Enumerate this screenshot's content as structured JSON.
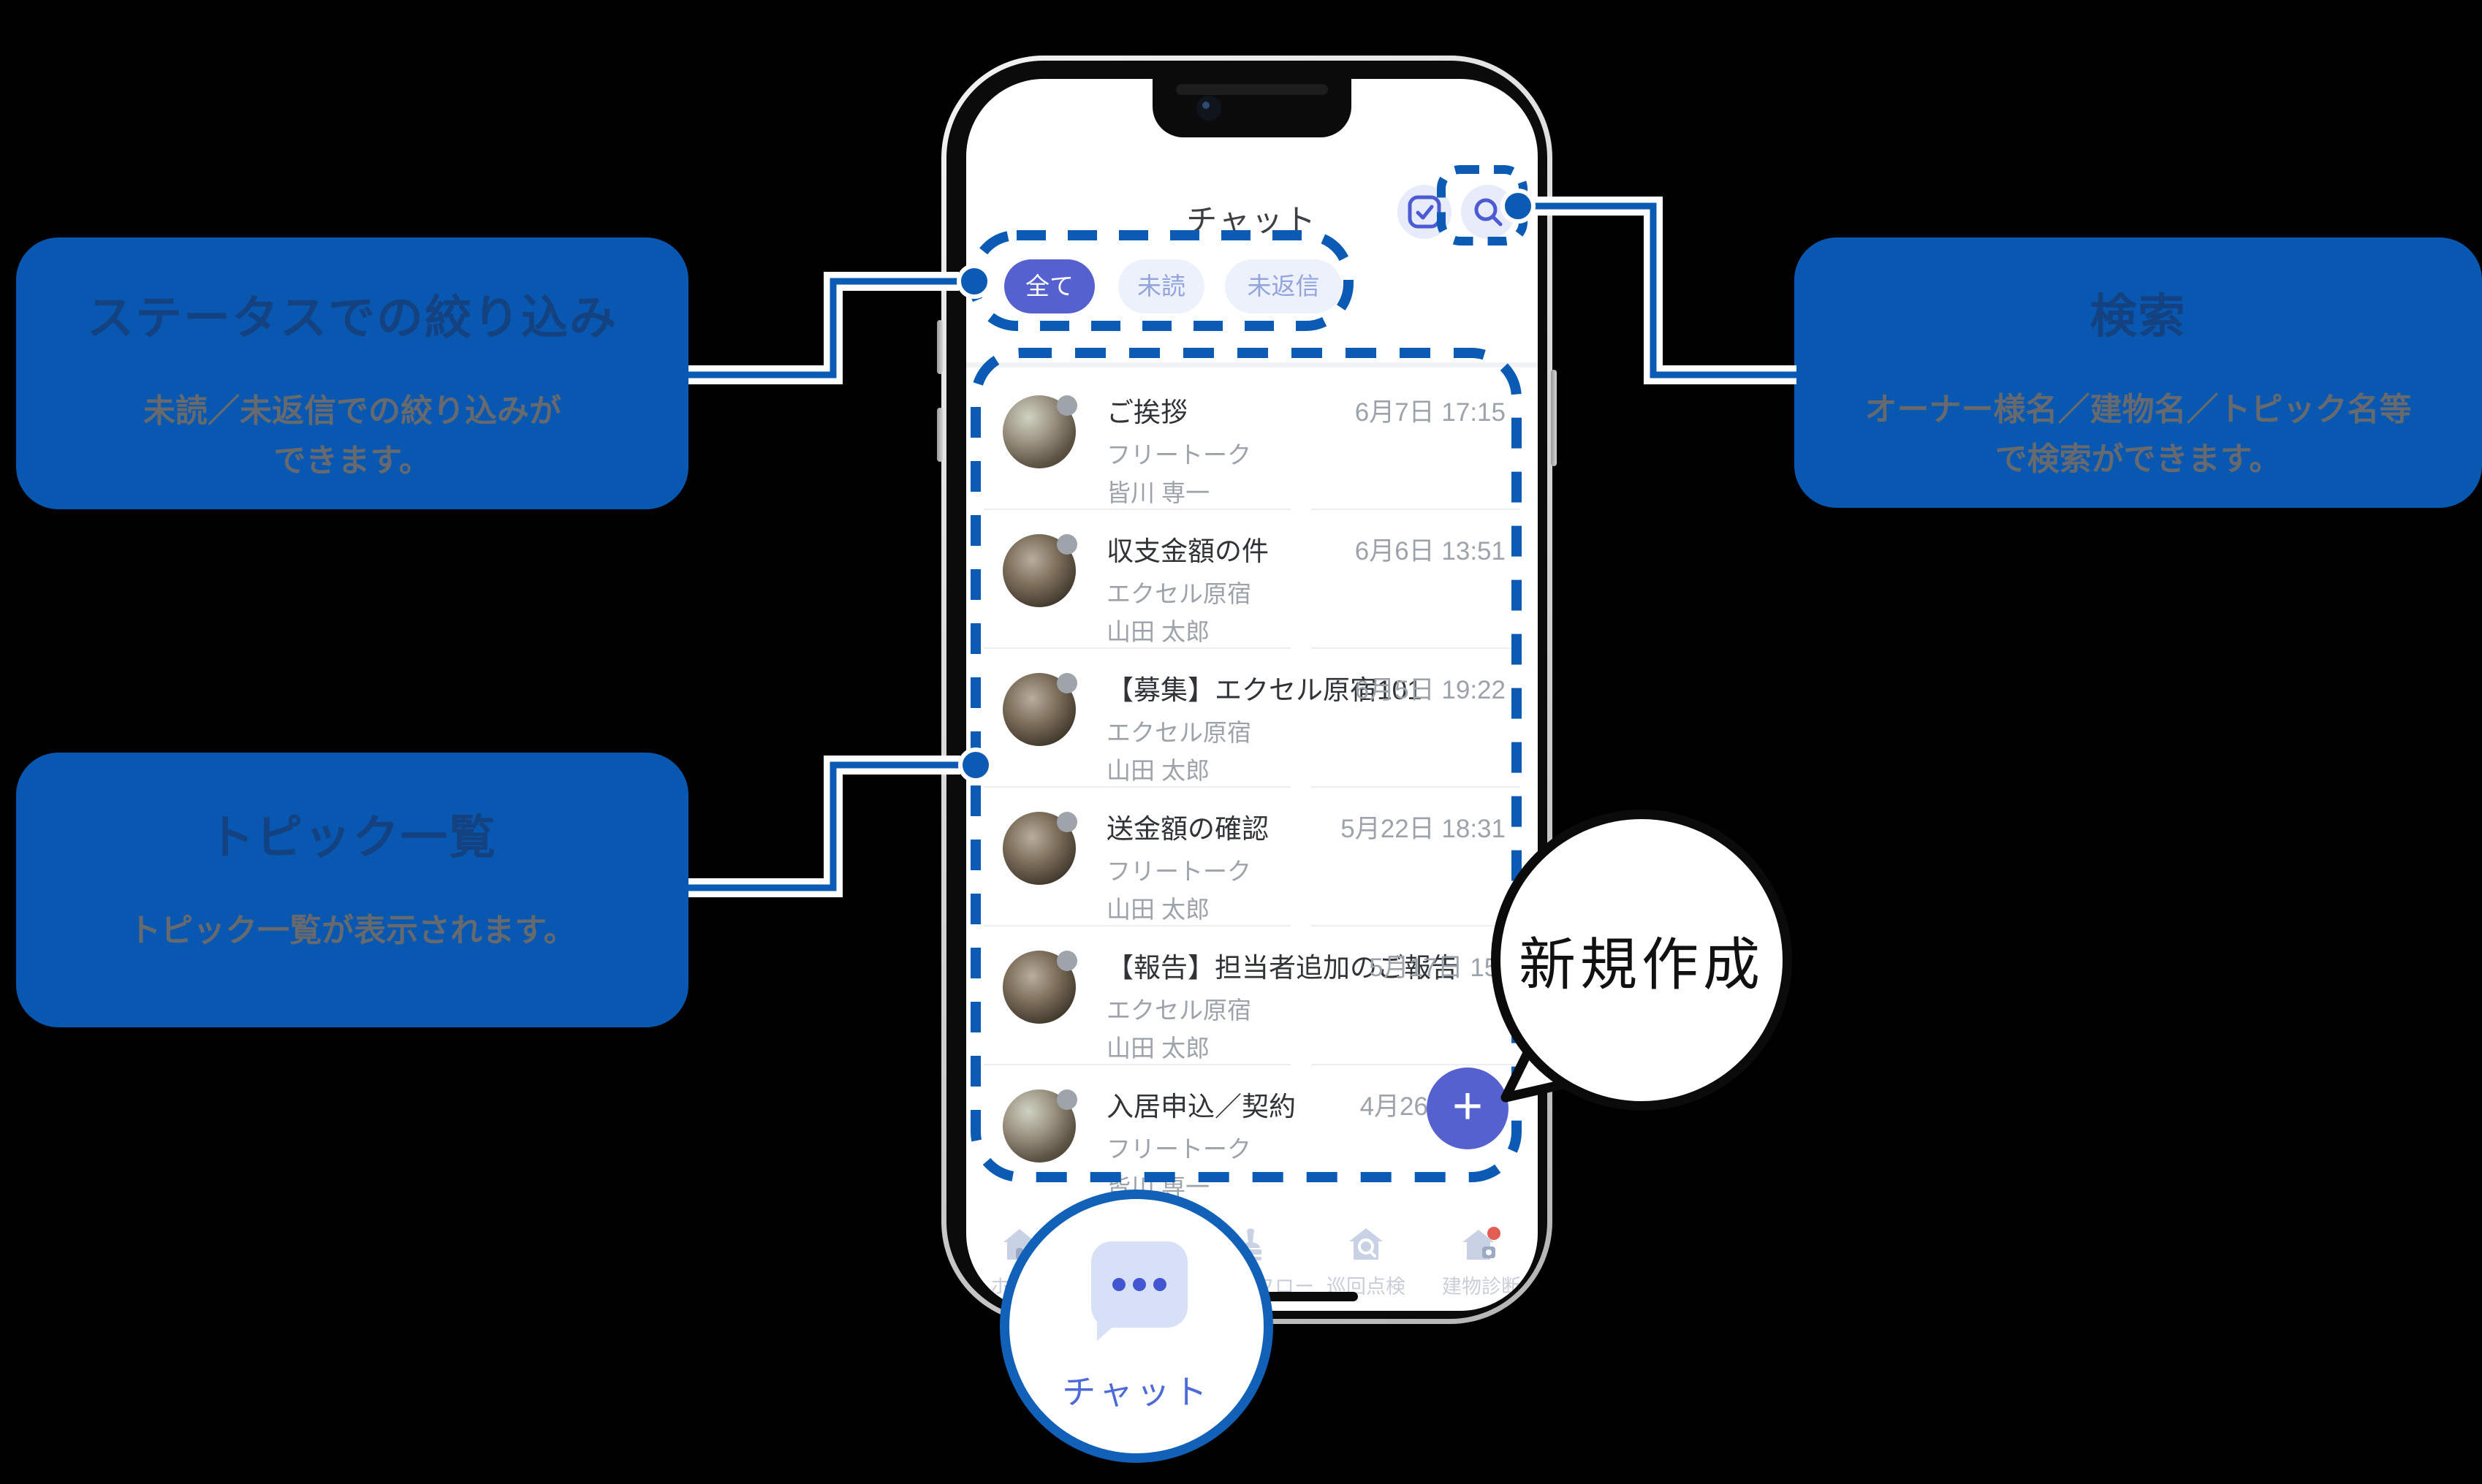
{
  "colors": {
    "callout_bg": "#0857B0",
    "annotation_blue": "#0B5BB5",
    "selected_chip_indigo": "#5661D0",
    "fab_indigo": "#5661D0",
    "nav_badge_red": "#E25D54"
  },
  "callouts": {
    "status_filter": {
      "title": "ステータスでの絞り込み",
      "body_line1": "未読／未返信での絞り込みが",
      "body_line2": "できます。"
    },
    "topic_list": {
      "title": "トピック一覧",
      "body_line1": "トピック一覧が表示されます。"
    },
    "search": {
      "title": "検索",
      "body_line1": "オーナー様名／建物名／トピック名等",
      "body_line2": "で検索ができます。"
    }
  },
  "bubble": {
    "label": "新規作成"
  },
  "phone": {
    "header": {
      "title": "チャット"
    },
    "filters": [
      {
        "label": "全て"
      },
      {
        "label": "未読"
      },
      {
        "label": "未返信"
      }
    ],
    "chats": [
      {
        "title": "ご挨拶",
        "group": "フリートーク",
        "person": "皆川 専一",
        "date": "6月7日 17:15"
      },
      {
        "title": "収支金額の件",
        "group": "エクセル原宿",
        "person": "山田 太郎",
        "date": "6月6日 13:51"
      },
      {
        "title": "【募集】エクセル原宿101",
        "group": "エクセル原宿",
        "person": "山田 太郎",
        "date": "6月5日 19:22"
      },
      {
        "title": "送金額の確認",
        "group": "フリートーク",
        "person": "山田 太郎",
        "date": "5月22日 18:31"
      },
      {
        "title": "【報告】担当者追加のご報告",
        "group": "エクセル原宿",
        "person": "山田 太郎",
        "date": "5月17日 15:"
      },
      {
        "title": "入居申込／契約",
        "group": "フリートーク",
        "person": "皆川 専一",
        "date": "4月26"
      }
    ],
    "fab": {
      "label": "+"
    },
    "nav": [
      {
        "label": "ホーム"
      },
      {
        "label": "チャット"
      },
      {
        "label": "ワークフロー"
      },
      {
        "label": "巡回点検"
      },
      {
        "label": "建物診断"
      }
    ],
    "nav_overlay": {
      "label": "チャット"
    }
  }
}
